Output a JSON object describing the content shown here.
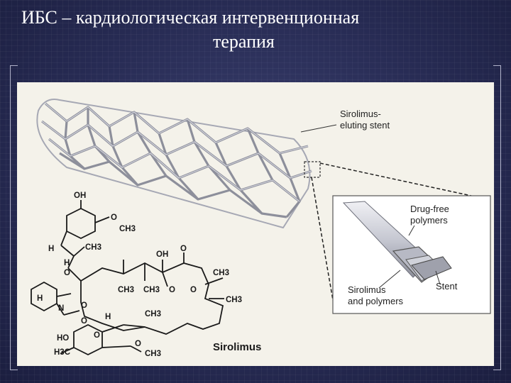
{
  "slide": {
    "title_line1": "ИБС – кардиологическая интервенционная",
    "title_line2": "терапия"
  },
  "figure": {
    "stent_label_line1": "Sirolimus-",
    "stent_label_line2": "eluting stent",
    "drug_free_line1": "Drug-free",
    "drug_free_line2": "polymers",
    "sirolimus_polymers_line1": "Sirolimus",
    "sirolimus_polymers_line2": "and polymers",
    "stent_label": "Stent",
    "molecule_name": "Sirolimus",
    "chem_labels": {
      "oh_top": "OH",
      "och3_top": "O",
      "ch3_top": "CH3",
      "h_left": "H",
      "ch3_a": "CH3",
      "o_a": "O",
      "h_a": "H",
      "oh_mid": "OH",
      "o_mid": "O",
      "ch3_right": "CH3",
      "ch3_b": "CH3",
      "ch3_c": "CH3",
      "o_b": "O",
      "o_c": "O",
      "h_ring": "H",
      "n": "N",
      "o_d": "O",
      "ch3_d": "CH3",
      "o_e": "O",
      "h_b": "H",
      "ho": "HO",
      "h3c": "H3C",
      "o_f": "O",
      "och3_bottom": "O",
      "ch3_bottom": "CH3",
      "ch3_e": "CH3"
    }
  },
  "colors": {
    "background": "#262a52",
    "title_text": "#ffffff",
    "figure_bg": "#f4f2ea"
  }
}
